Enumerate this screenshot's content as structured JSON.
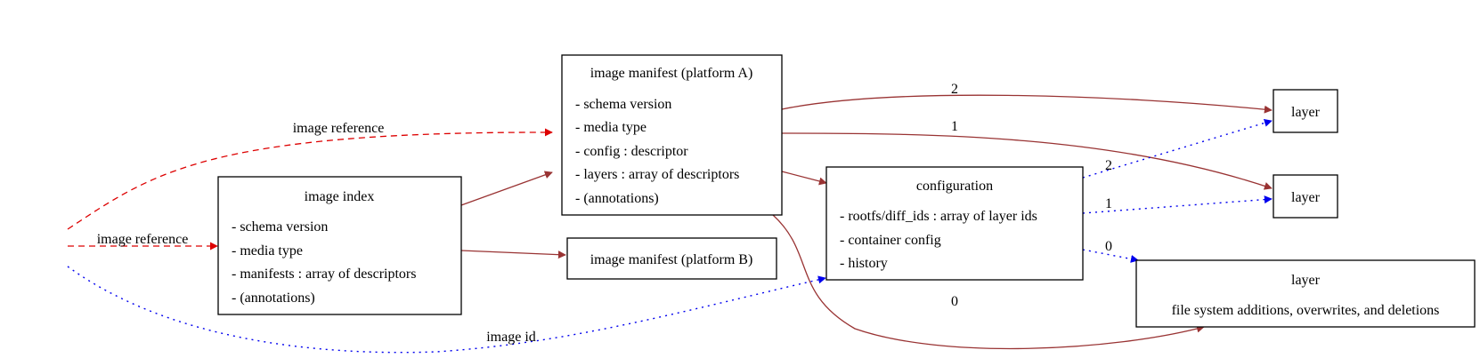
{
  "colors": {
    "solid": "#993333",
    "dashed": "#dd0000",
    "dotted": "#0000ee",
    "box": "#000000"
  },
  "nodes": {
    "image_index": {
      "title": "image index",
      "fields": [
        "- schema version",
        "- media type",
        "- manifests : array of descriptors",
        "- (annotations)"
      ]
    },
    "manifest_a": {
      "title": "image manifest (platform A)",
      "fields": [
        "- schema version",
        "- media type",
        "- config : descriptor",
        "- layers : array of descriptors",
        "- (annotations)"
      ]
    },
    "manifest_b": {
      "title": "image manifest (platform B)"
    },
    "configuration": {
      "title": "configuration",
      "fields": [
        "- rootfs/diff_ids : array of layer ids",
        "- container config",
        "- history"
      ]
    },
    "layer_top": {
      "title": "layer"
    },
    "layer_mid": {
      "title": "layer"
    },
    "layer_bottom": {
      "title": "layer",
      "subtitle": "file system additions, overwrites, and deletions"
    }
  },
  "edges": {
    "ref_to_manifest": "image reference",
    "ref_to_index": "image reference",
    "image_id": "image id",
    "manifest_layer_top": "2",
    "manifest_layer_mid": "1",
    "manifest_layer_bottom": "0",
    "config_layer_top": "2",
    "config_layer_mid": "1",
    "config_layer_bottom": "0"
  }
}
